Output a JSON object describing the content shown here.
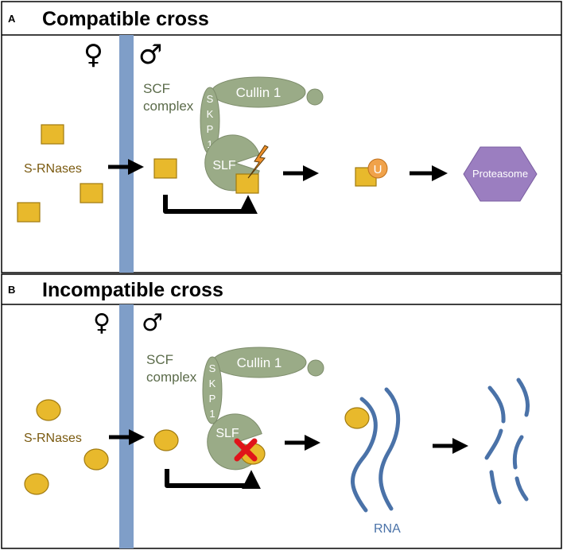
{
  "panel_a": {
    "letter": "A",
    "title": "Compatible cross",
    "female_symbol": "♀",
    "male_symbol": "♂",
    "scf_line1": "SCF",
    "scf_line2": "complex",
    "cullin": "Cullin 1",
    "skp_letters": [
      "S",
      "K",
      "P",
      "1"
    ],
    "slf": "SLF",
    "s_rnases": "S-RNases",
    "ubiquitin": "U",
    "proteasome": "Proteasome"
  },
  "panel_b": {
    "letter": "B",
    "title": "Incompatible cross",
    "female_symbol": "♀",
    "male_symbol": "♂",
    "scf_line1": "SCF",
    "scf_line2": "complex",
    "cullin": "Cullin 1",
    "skp_letters": [
      "S",
      "K",
      "P",
      "1"
    ],
    "slf": "SLF",
    "s_rnases": "S-RNases",
    "rna": "RNA"
  },
  "colors": {
    "membrane": "#7f9ec8",
    "protein_green": "#9aab87",
    "protein_green_stroke": "#7d8c6b",
    "rnase_gold": "#e8b92c",
    "rnase_stroke": "#a07a10",
    "ubiquitin": "#f0a24a",
    "proteasome": "#9b7ec0",
    "rna_blue": "#4a72a8",
    "block_red": "#e0141a"
  },
  "icons": [
    "female-symbol",
    "male-symbol",
    "lightning-icon",
    "block-x-icon",
    "arrow-icon"
  ]
}
